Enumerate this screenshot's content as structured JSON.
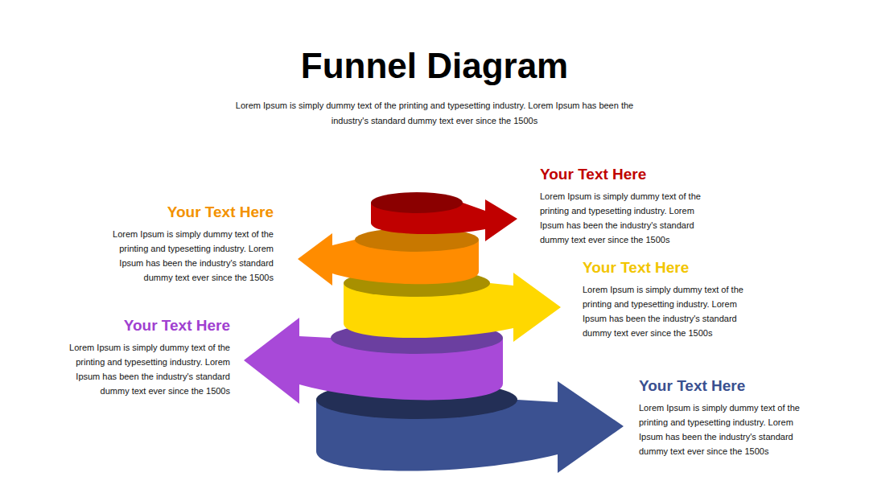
{
  "diagram": {
    "title": "Funnel Diagram",
    "caption": "Lorem Ipsum is simply dummy text of the printing and typesetting industry. Lorem Ipsum has been the industry's standard dummy text ever since the 1500s",
    "nodes": [
      {
        "text": [
          "Your Text Here",
          "Lorem Ipsum is simply dummy text of the printing and typesetting industry. Lorem Ipsum has been the industry's standard dummy text ever since the 1500s"
        ]
      },
      {
        "text": [
          "Your Text Here",
          "Lorem Ipsum is simply dummy text of the printing and typesetting industry. Lorem Ipsum has been the industry's standard dummy text ever since the 1500s"
        ]
      },
      {
        "text": [
          "Your Text Here",
          "Lorem Ipsum is simply dummy text of the printing and typesetting industry. Lorem Ipsum has been the industry's standard dummy text ever since the 1500s"
        ]
      },
      {
        "text": [
          "Your Text Here",
          "Lorem Ipsum is simply dummy text of the printing and typesetting industry. Lorem Ipsum has been the industry's standard dummy text ever since the 1500s"
        ]
      },
      {
        "text": [
          "Your Text Here",
          "Lorem Ipsum is simply dummy text of the printing and typesetting industry. Lorem Ipsum has been the industry's standard dummy text ever since the 1500s"
        ]
      }
    ]
  }
}
